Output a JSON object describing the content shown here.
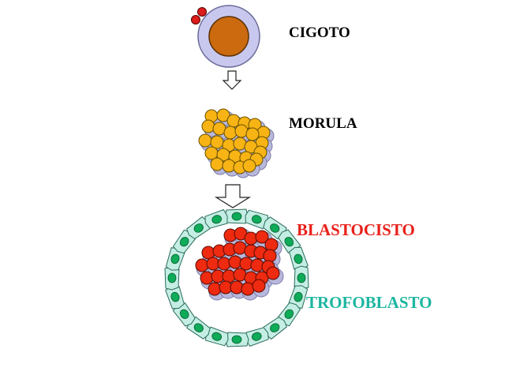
{
  "labels": {
    "zygote": "CIGOTO",
    "morula": "MORULA",
    "blastocyst": "BLASTOCISTO",
    "trophoblast": "TROFOBLASTO"
  },
  "colors": {
    "blastocyst_label": "#e8201a",
    "trophoblast_label": "#1cb6a0",
    "zygote_nucleus": "#cc6a10",
    "zona_ring": "#c8c8ee",
    "polar_body": "#dd1c1c",
    "morula_cell": "#f7b414",
    "inner_cell": "#ee2a10",
    "cell_shadow": "#b8b8dc",
    "troph_cell": "#c4eee4",
    "troph_nucleus": "#0eab58"
  },
  "icons": {
    "stage_arrow": "hollow-down-arrow"
  }
}
